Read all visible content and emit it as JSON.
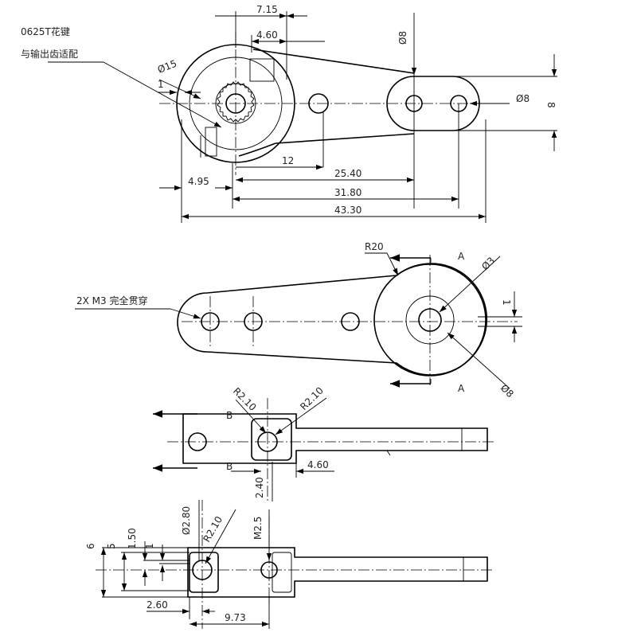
{
  "notes": {
    "spline_line1": "0625T花键",
    "spline_line2": "与输出齿适配",
    "mount_holes": "2X M3 完全贯穿"
  },
  "view1": {
    "dim_top_outer": "7.15",
    "dim_top_inner": "4.60",
    "dim_d15": "Ø15",
    "dim_1": "1",
    "dim_d8_top": "Ø8",
    "dim_d8_right": "Ø8",
    "dim_8_right": "8",
    "dim_12": "12",
    "dim_495": "4.95",
    "dim_2540": "25.40",
    "dim_3180": "31.80",
    "dim_4330": "43.30"
  },
  "view2": {
    "dim_r20": "R20",
    "section_a_top": "A",
    "section_a_bottom": "A",
    "dim_d3": "Ø3",
    "dim_1": "1",
    "dim_d8": "Ø8"
  },
  "view3": {
    "section_b_top": "B",
    "section_b_bottom": "B",
    "dim_r210_left": "R2.10",
    "dim_r210_right": "R2.10",
    "dim_460": "4.60",
    "dim_240": "2.40"
  },
  "view4": {
    "dim_6": "6",
    "dim_5": "5",
    "dim_150": "1.50",
    "dim_1": "1",
    "dim_d280": "Ø2.80",
    "dim_r210": "R2.10",
    "dim_m25": "M2.5",
    "dim_260": "2.60",
    "dim_973": "9.73"
  }
}
